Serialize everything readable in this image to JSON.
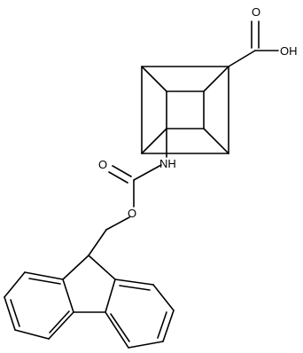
{
  "molecule": {
    "atom_labels": {
      "acid_oxygen": "O",
      "hydroxyl": "OH",
      "amide_nitrogen": "NH",
      "carbonyl_oxygen": "O",
      "ester_oxygen": "O"
    }
  },
  "colors": {
    "bond": "#000000",
    "background": "#ffffff"
  }
}
